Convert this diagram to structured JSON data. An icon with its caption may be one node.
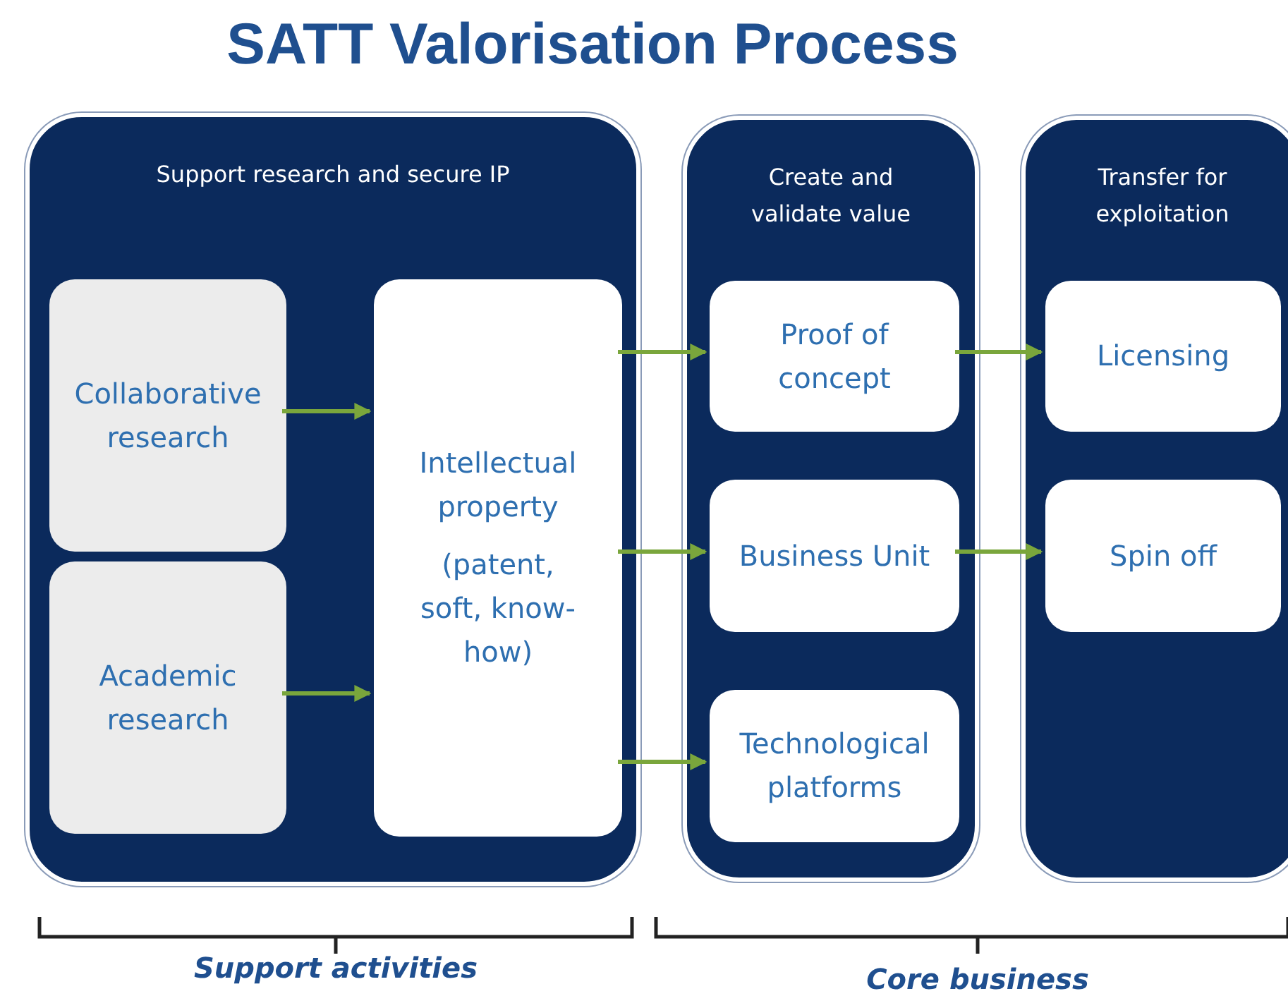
{
  "diagram": {
    "title": "SATT Valorisation Process",
    "nodes": [
      {
        "text": [
          "Support research and secure IP"
        ]
      },
      {
        "text": [
          "Collaborative research"
        ],
        "in": 0
      },
      {
        "text": [
          "Academic research"
        ],
        "in": 0
      },
      {
        "text": [
          "Intellectual property",
          "(patent, soft, know-how)"
        ],
        "in": 0
      },
      {
        "text": [
          "Create and validate value"
        ]
      },
      {
        "text": [
          "Proof of concept"
        ],
        "in": 4
      },
      {
        "text": [
          "Business Unit"
        ],
        "in": 4
      },
      {
        "text": [
          "Technological platforms"
        ],
        "in": 4
      },
      {
        "text": [
          "Transfer for exploitation"
        ]
      },
      {
        "text": [
          "Licensing"
        ],
        "in": 8
      },
      {
        "text": [
          "Spin off"
        ],
        "in": 8
      }
    ],
    "edges": [
      {
        "from": 1,
        "to": 3,
        "arrow": "to"
      },
      {
        "from": 2,
        "to": 3,
        "arrow": "to"
      },
      {
        "from": 3,
        "to": 5,
        "arrow": "to"
      },
      {
        "from": 3,
        "to": 6,
        "arrow": "to"
      },
      {
        "from": 3,
        "to": 7,
        "arrow": "to"
      },
      {
        "from": 5,
        "to": 9,
        "arrow": "to"
      },
      {
        "from": 6,
        "to": 10,
        "arrow": "to"
      }
    ],
    "labels": [
      "Support activities",
      "Core business"
    ]
  }
}
